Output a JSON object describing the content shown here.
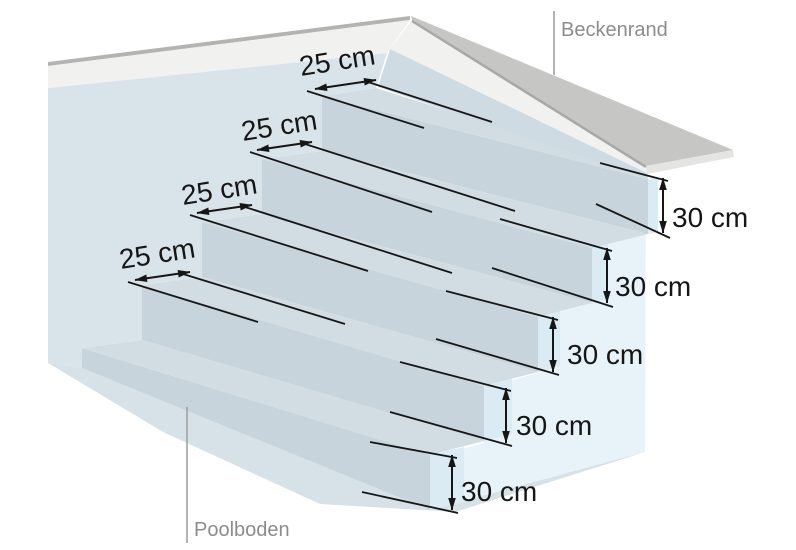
{
  "labels": {
    "pool_edge": "Beckenrand",
    "pool_floor": "Poolboden"
  },
  "dimensions": {
    "treads": [
      {
        "label": "25 cm"
      },
      {
        "label": "25 cm"
      },
      {
        "label": "25 cm"
      },
      {
        "label": "25 cm"
      }
    ],
    "risers": [
      {
        "label": "30 cm"
      },
      {
        "label": "30 cm"
      },
      {
        "label": "30 cm"
      },
      {
        "label": "30 cm"
      },
      {
        "label": "30 cm"
      }
    ]
  },
  "colors": {
    "back_wall": "#d9e4ea",
    "above_water_strip": "#f1f1ef",
    "top_edge_gray": "#b3b3b2",
    "wall_band": "#cedbe2",
    "tread": "#d2dde3",
    "riser": "#c7d4db",
    "side_wall": "#e7f3f9",
    "cut_face": "#daebf3",
    "floor": "#d6e2e8",
    "coping_top": "#c6c6c5",
    "coping_thickness": "#e4e4e2",
    "coping_edge": "#a8a8a8",
    "dimension_ink": "#161616",
    "annotation_gray": "#8c8c8c"
  }
}
